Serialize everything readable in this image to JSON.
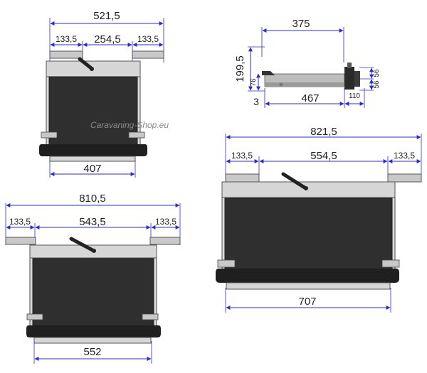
{
  "watermark": "Caravaning-Shop.eu",
  "colors": {
    "dimension_line": "#2b2bd6",
    "panel": "#2f2f2f",
    "frame": "#dcdcdc"
  },
  "top_left": {
    "overall": "521,5",
    "left_ext": "133,5",
    "middle": "254,5",
    "right_ext": "133,5",
    "bottom": "407"
  },
  "side_view": {
    "length_top": "375",
    "height": "199,5",
    "small_h": "76",
    "offset": "3",
    "length_bottom": "467",
    "end": "110",
    "h1": "56",
    "h2": "56"
  },
  "bottom_left": {
    "overall": "810,5",
    "left_ext": "133,5",
    "middle": "543,5",
    "right_ext": "133,5",
    "bottom": "552"
  },
  "right": {
    "overall": "821,5",
    "left_ext": "133,5",
    "middle": "554,5",
    "right_ext": "133,5",
    "bottom": "707"
  }
}
